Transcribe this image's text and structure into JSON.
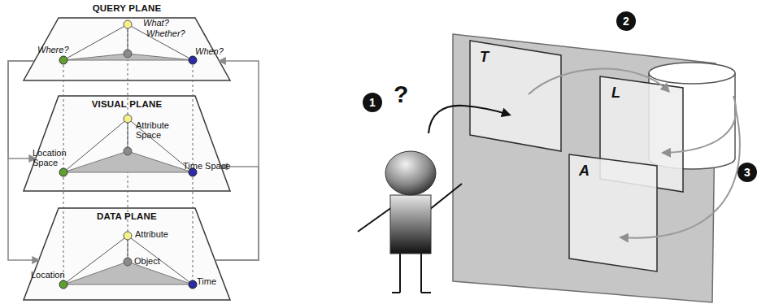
{
  "diagram": {
    "nodes": [
      {
        "text": [
          "QUERY PLANE",
          "What?",
          "Whether?",
          "Where?",
          "When?"
        ]
      },
      {
        "text": [
          "VISUAL PLANE",
          "Attribute Space",
          "Location Space",
          "Time Space"
        ]
      },
      {
        "text": [
          "DATA PLANE",
          "Attribute",
          "Object",
          "Location",
          "Time"
        ]
      },
      {
        "text": [
          "T"
        ]
      },
      {
        "text": [
          "L"
        ]
      },
      {
        "text": [
          "A"
        ]
      }
    ],
    "edges": [
      {
        "from": 0,
        "to": 1,
        "arrow": "to"
      },
      {
        "from": 0,
        "to": 2,
        "arrow": "to"
      },
      {
        "from": 2,
        "to": 1,
        "arrow": "to"
      },
      {
        "from": 2,
        "to": 0,
        "arrow": "to"
      }
    ],
    "labels": [
      "1",
      "?",
      "2",
      "3"
    ]
  }
}
